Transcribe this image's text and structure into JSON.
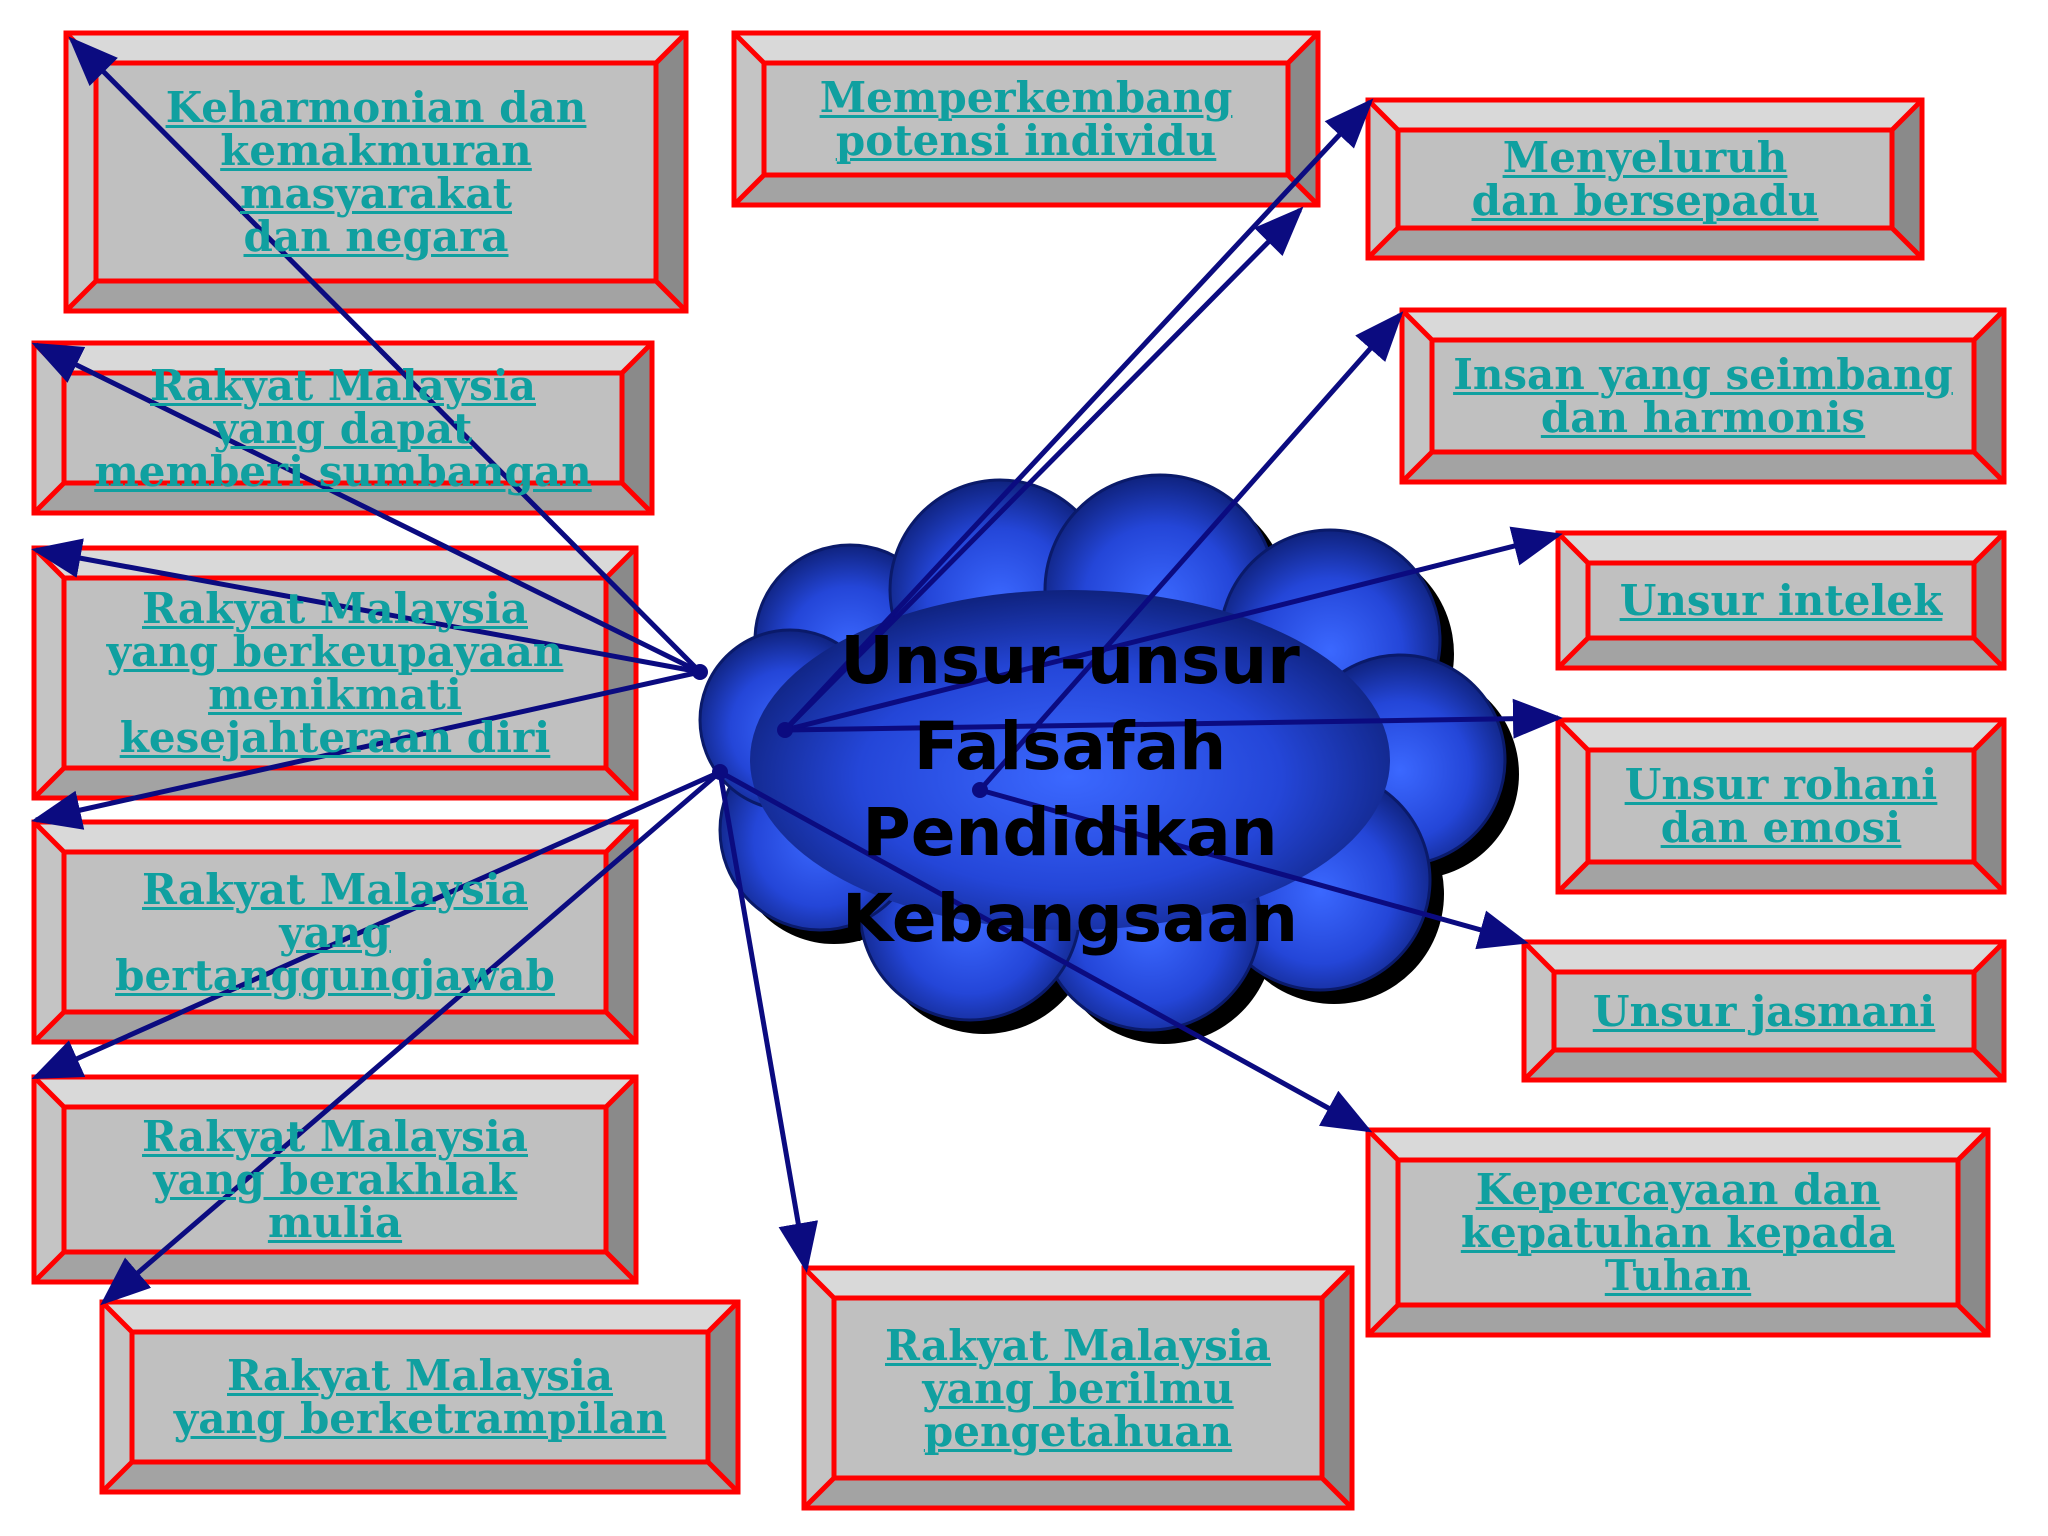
{
  "center": {
    "label": "Unsur-unsur\nFalsafah\nPendidikan\nKebangsaan"
  },
  "colors": {
    "frame": "#ff0000",
    "link_text": "#10a0a0",
    "arrow": "#0b0b80",
    "cloud_light": "#3b68ff",
    "cloud_dark": "#0a1a6a"
  },
  "boxes": [
    {
      "id": "keharmonian",
      "label": "Keharmonian dan\nkemakmuran\nmasyarakat\ndan negara"
    },
    {
      "id": "memperkembang",
      "label": "Memperkembang\npotensi individu"
    },
    {
      "id": "menyeluruh",
      "label": "Menyeluruh\ndan bersepadu"
    },
    {
      "id": "insan",
      "label": "Insan yang seimbang\ndan harmonis"
    },
    {
      "id": "intelek",
      "label": "Unsur intelek"
    },
    {
      "id": "rohani",
      "label": "Unsur rohani\ndan emosi"
    },
    {
      "id": "jasmani",
      "label": "Unsur jasmani"
    },
    {
      "id": "kepercayaan",
      "label": "Kepercayaan dan\nkepatuhan kepada\nTuhan"
    },
    {
      "id": "berilmu",
      "label": "Rakyat Malaysia\nyang berilmu\npengetahuan"
    },
    {
      "id": "berketrampilan",
      "label": "Rakyat Malaysia\nyang berketrampilan"
    },
    {
      "id": "berakhlak",
      "label": "Rakyat Malaysia\nyang berakhlak\nmulia"
    },
    {
      "id": "bertanggungjawab",
      "label": "Rakyat Malaysia\nyang\nbertanggungjawab"
    },
    {
      "id": "berkeupayaan",
      "label": "Rakyat Malaysia\nyang berkeupayaan\nmenikmati\nkesejahteraan diri"
    },
    {
      "id": "sumbangan",
      "label": "Rakyat Malaysia\nyang dapat\nmemberi sumbangan"
    }
  ]
}
